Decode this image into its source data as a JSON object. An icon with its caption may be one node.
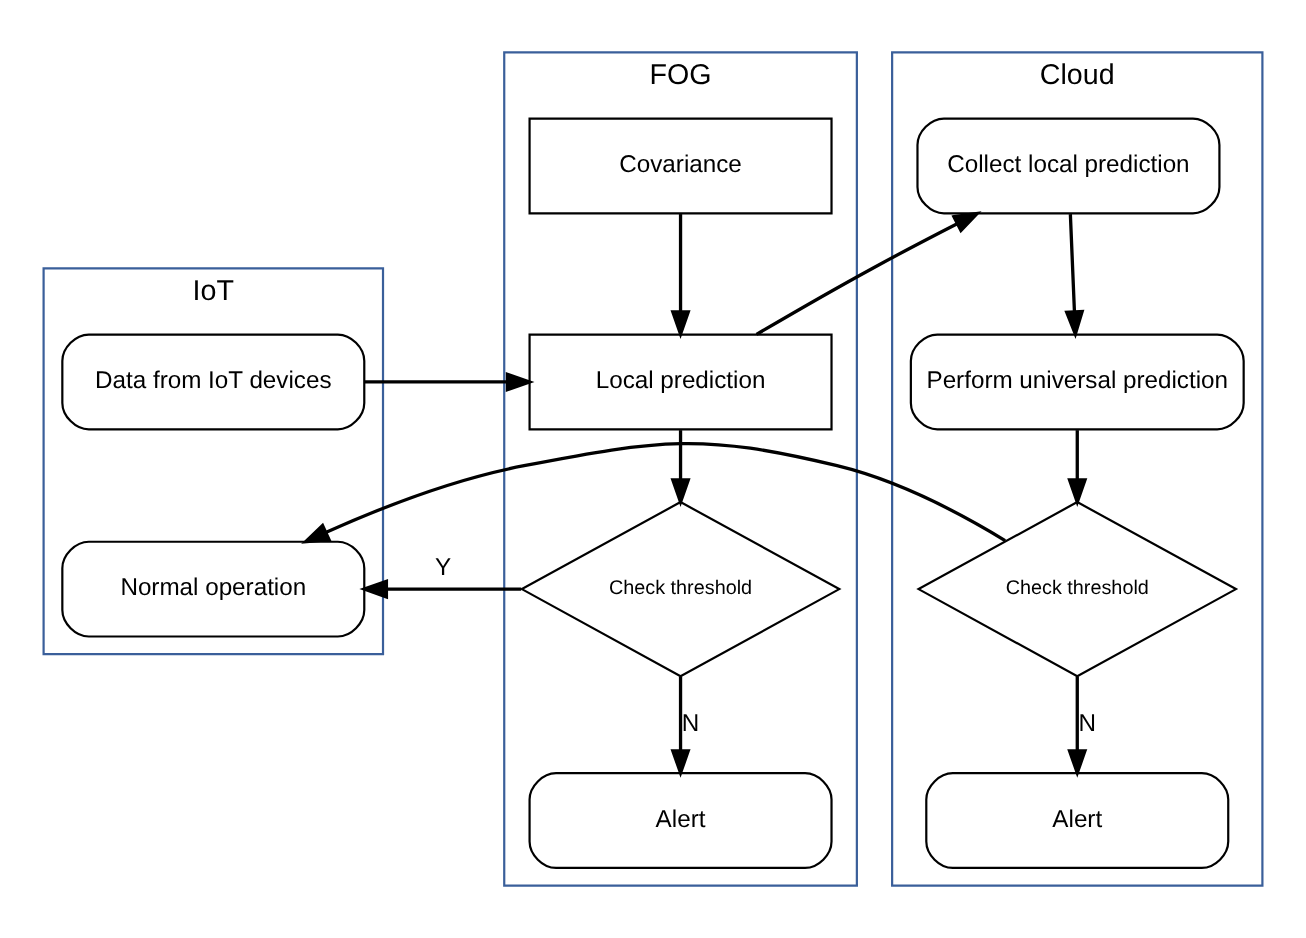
{
  "diagram": {
    "nodes": [
      {
        "text": [
          "IoT"
        ]
      },
      {
        "text": [
          "FOG"
        ]
      },
      {
        "text": [
          "Cloud"
        ]
      },
      {
        "text": [
          "Data from IoT devices"
        ],
        "in": 0
      },
      {
        "text": [
          "Normal operation"
        ],
        "in": 0
      },
      {
        "text": [
          "Covariance"
        ],
        "in": 1
      },
      {
        "text": [
          "Local prediction"
        ],
        "in": 1
      },
      {
        "text": [
          "Check threshold"
        ],
        "in": 1
      },
      {
        "text": [
          "Alert"
        ],
        "in": 1
      },
      {
        "text": [
          "Collect local prediction"
        ],
        "in": 2
      },
      {
        "text": [
          "Perform universal prediction"
        ],
        "in": 2
      },
      {
        "text": [
          "Check threshold"
        ],
        "in": 2
      },
      {
        "text": [
          "Alert"
        ],
        "in": 2
      }
    ],
    "edges": [
      {
        "from": 5,
        "to": 6,
        "arrow": "to"
      },
      {
        "from": 3,
        "to": 6,
        "arrow": "to"
      },
      {
        "from": 6,
        "to": 9,
        "arrow": "to"
      },
      {
        "from": 6,
        "to": 7,
        "arrow": "to"
      },
      {
        "from": 7,
        "to": 4,
        "arrow": "to",
        "label": "Y"
      },
      {
        "from": 7,
        "to": 8,
        "arrow": "to",
        "label": "N"
      },
      {
        "from": 9,
        "to": 10,
        "arrow": "to"
      },
      {
        "from": 10,
        "to": 11,
        "arrow": "to"
      },
      {
        "from": 11,
        "to": 12,
        "arrow": "to",
        "label": "N"
      },
      {
        "from": 11,
        "to": 4,
        "arrow": "to"
      }
    ]
  }
}
